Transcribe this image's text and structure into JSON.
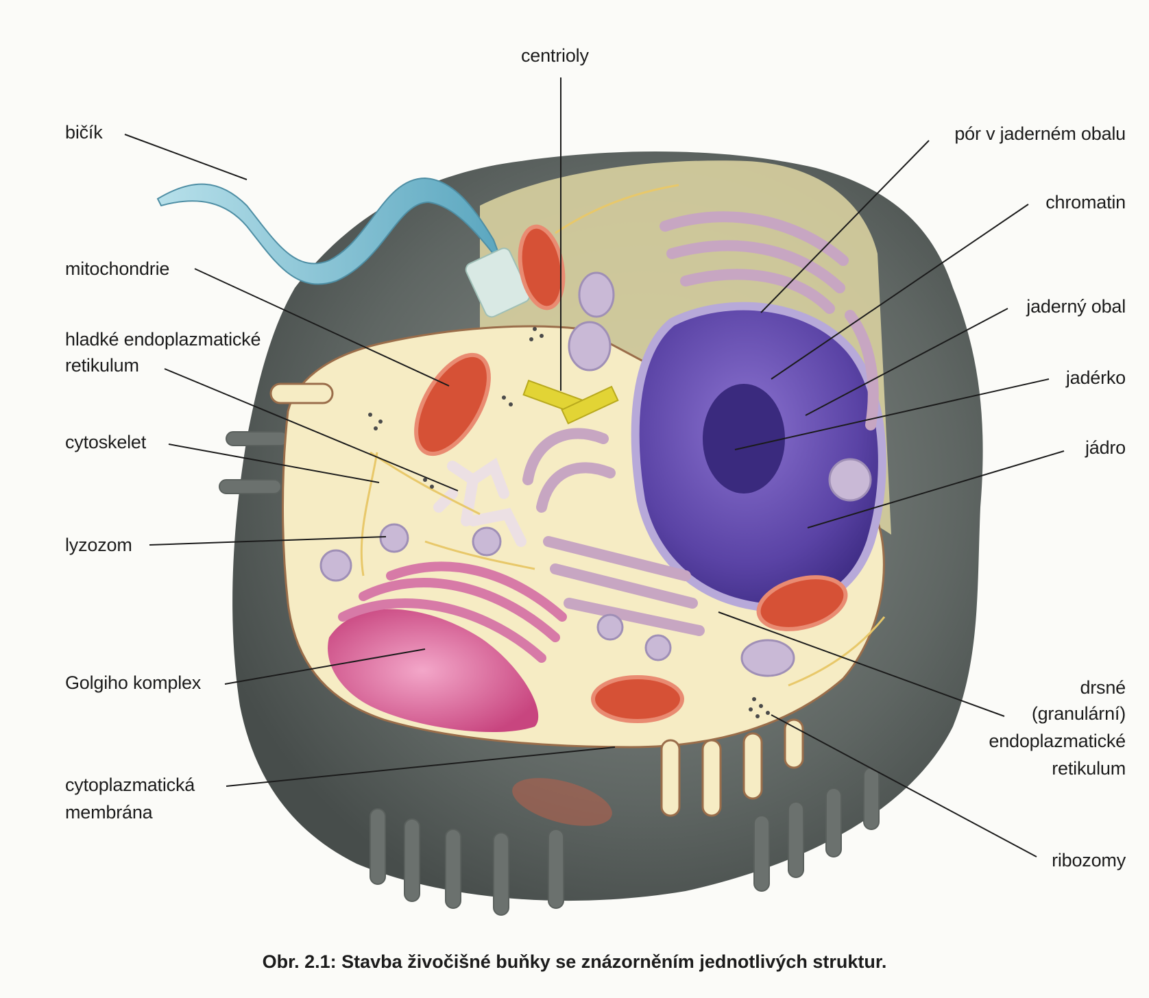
{
  "labels": {
    "centrioly": "centrioly",
    "bicik": "bičík",
    "por": "pór v jaderném obalu",
    "chromatin": "chromatin",
    "mitochondrie": "mitochondrie",
    "jaderny_obal": "jaderný obal",
    "hladke_er_1": "hladké endoplazmatické",
    "hladke_er_2": "retikulum",
    "jaderko": "jadérko",
    "cytoskelet": "cytoskelet",
    "jadro": "jádro",
    "lyzozom": "lyzozom",
    "golgi": "Golgiho komplex",
    "drsne_1": "drsné",
    "drsne_2": "(granulární)",
    "drsne_3": "endoplazmatické",
    "drsne_4": "retikulum",
    "cyto_membrana_1": "cytoplazmatická",
    "cyto_membrana_2": "membrána",
    "ribozomy": "ribozomy"
  },
  "caption": "Obr. 2.1: Stavba živočišné buňky se znázorněním jednotlivých struktur.",
  "colors": {
    "membrane_outer": "#5c6360",
    "cytoplasm": "#f6ecc4",
    "cut_plane": "#d9d0a2",
    "nucleus": "#5e47a8",
    "nucleolus": "#3b2a80",
    "mitochondria": "#d04a32",
    "golgi": "#d45a94",
    "rough_er": "#c6a9bf",
    "smooth_er": "#ece1e4",
    "flagellum": "#86c4d6",
    "centrioles": "#e0d234",
    "leader_line": "#1b1b1b"
  }
}
